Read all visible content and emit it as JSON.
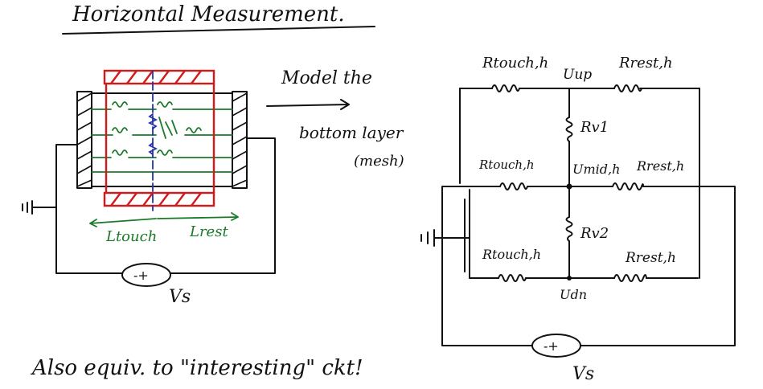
{
  "title": "Horizontal Measurement.",
  "arrow_note": {
    "line1": "Model the",
    "line2": "bottom layer",
    "line3": "(mesh)"
  },
  "left_figure": {
    "l_touch": "Ltouch",
    "l_rest": "Lrest",
    "source": "Vs",
    "source_symbol": "-+"
  },
  "right_circuit": {
    "r_touch_top": "Rtouch,h",
    "r_rest_top": "Rrest,h",
    "v_up": "Uup",
    "rv1": "Rv1",
    "r_touch_mid": "Rtouch,h",
    "v_mid": "Umid,h",
    "r_rest_mid": "Rrest,h",
    "rv2": "Rv2",
    "r_touch_bot": "Rtouch,h",
    "r_rest_bot": "Rrest,h",
    "v_dn": "Udn",
    "source": "Vs",
    "source_symbol": "-+"
  },
  "footer_note": "Also equiv. to \"interesting\" ckt!"
}
